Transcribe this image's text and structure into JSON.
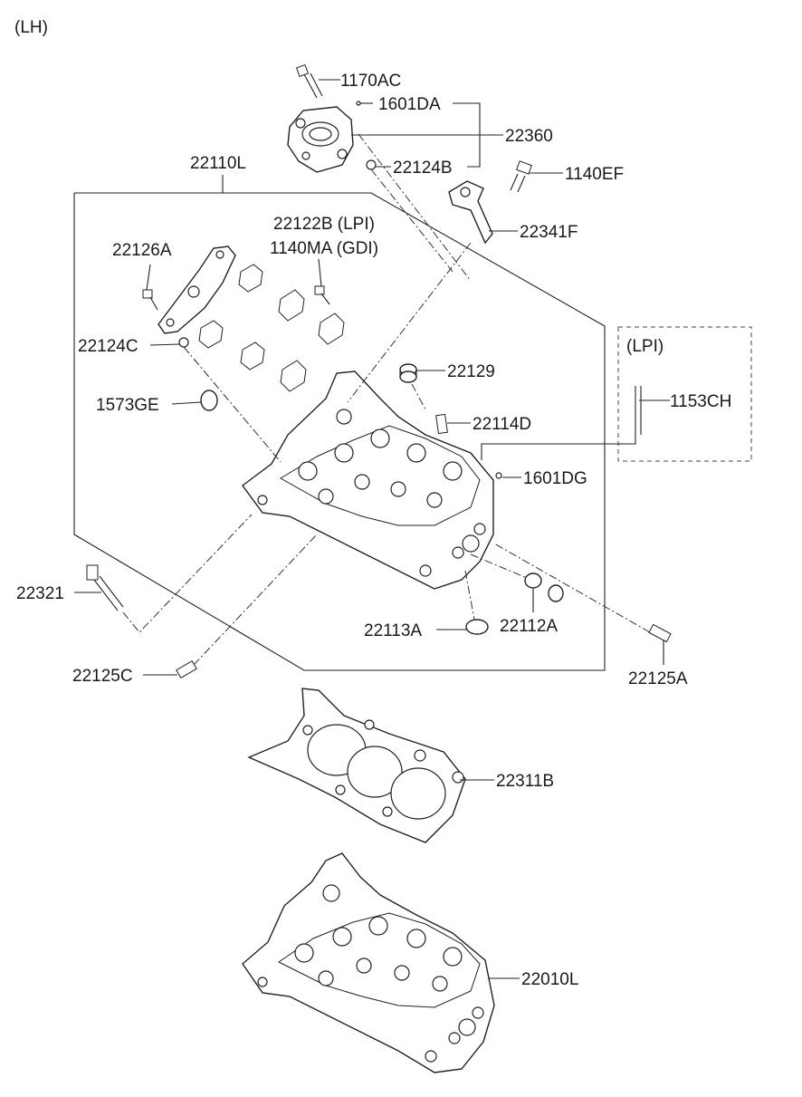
{
  "header": {
    "side_label": "(LH)"
  },
  "lpi_box": {
    "label": "(LPI)"
  },
  "parts": {
    "p1170AC": "1170AC",
    "p1601DA": "1601DA",
    "p22360": "22360",
    "p22124B": "22124B",
    "p1140EF": "1140EF",
    "p22110L": "22110L",
    "p22341F": "22341F",
    "p22122B": "22122B (LPI)",
    "p1140MA": "1140MA (GDI)",
    "p22126A": "22126A",
    "p22124C": "22124C",
    "p22129": "22129",
    "p1573GE": "1573GE",
    "p22114D": "22114D",
    "p1153CH": "1153CH",
    "p1601DG": "1601DG",
    "p22321": "22321",
    "p22113A": "22113A",
    "p22112A": "22112A",
    "p22125C": "22125C",
    "p22125A": "22125A",
    "p22311B": "22311B",
    "p22010L": "22010L"
  }
}
